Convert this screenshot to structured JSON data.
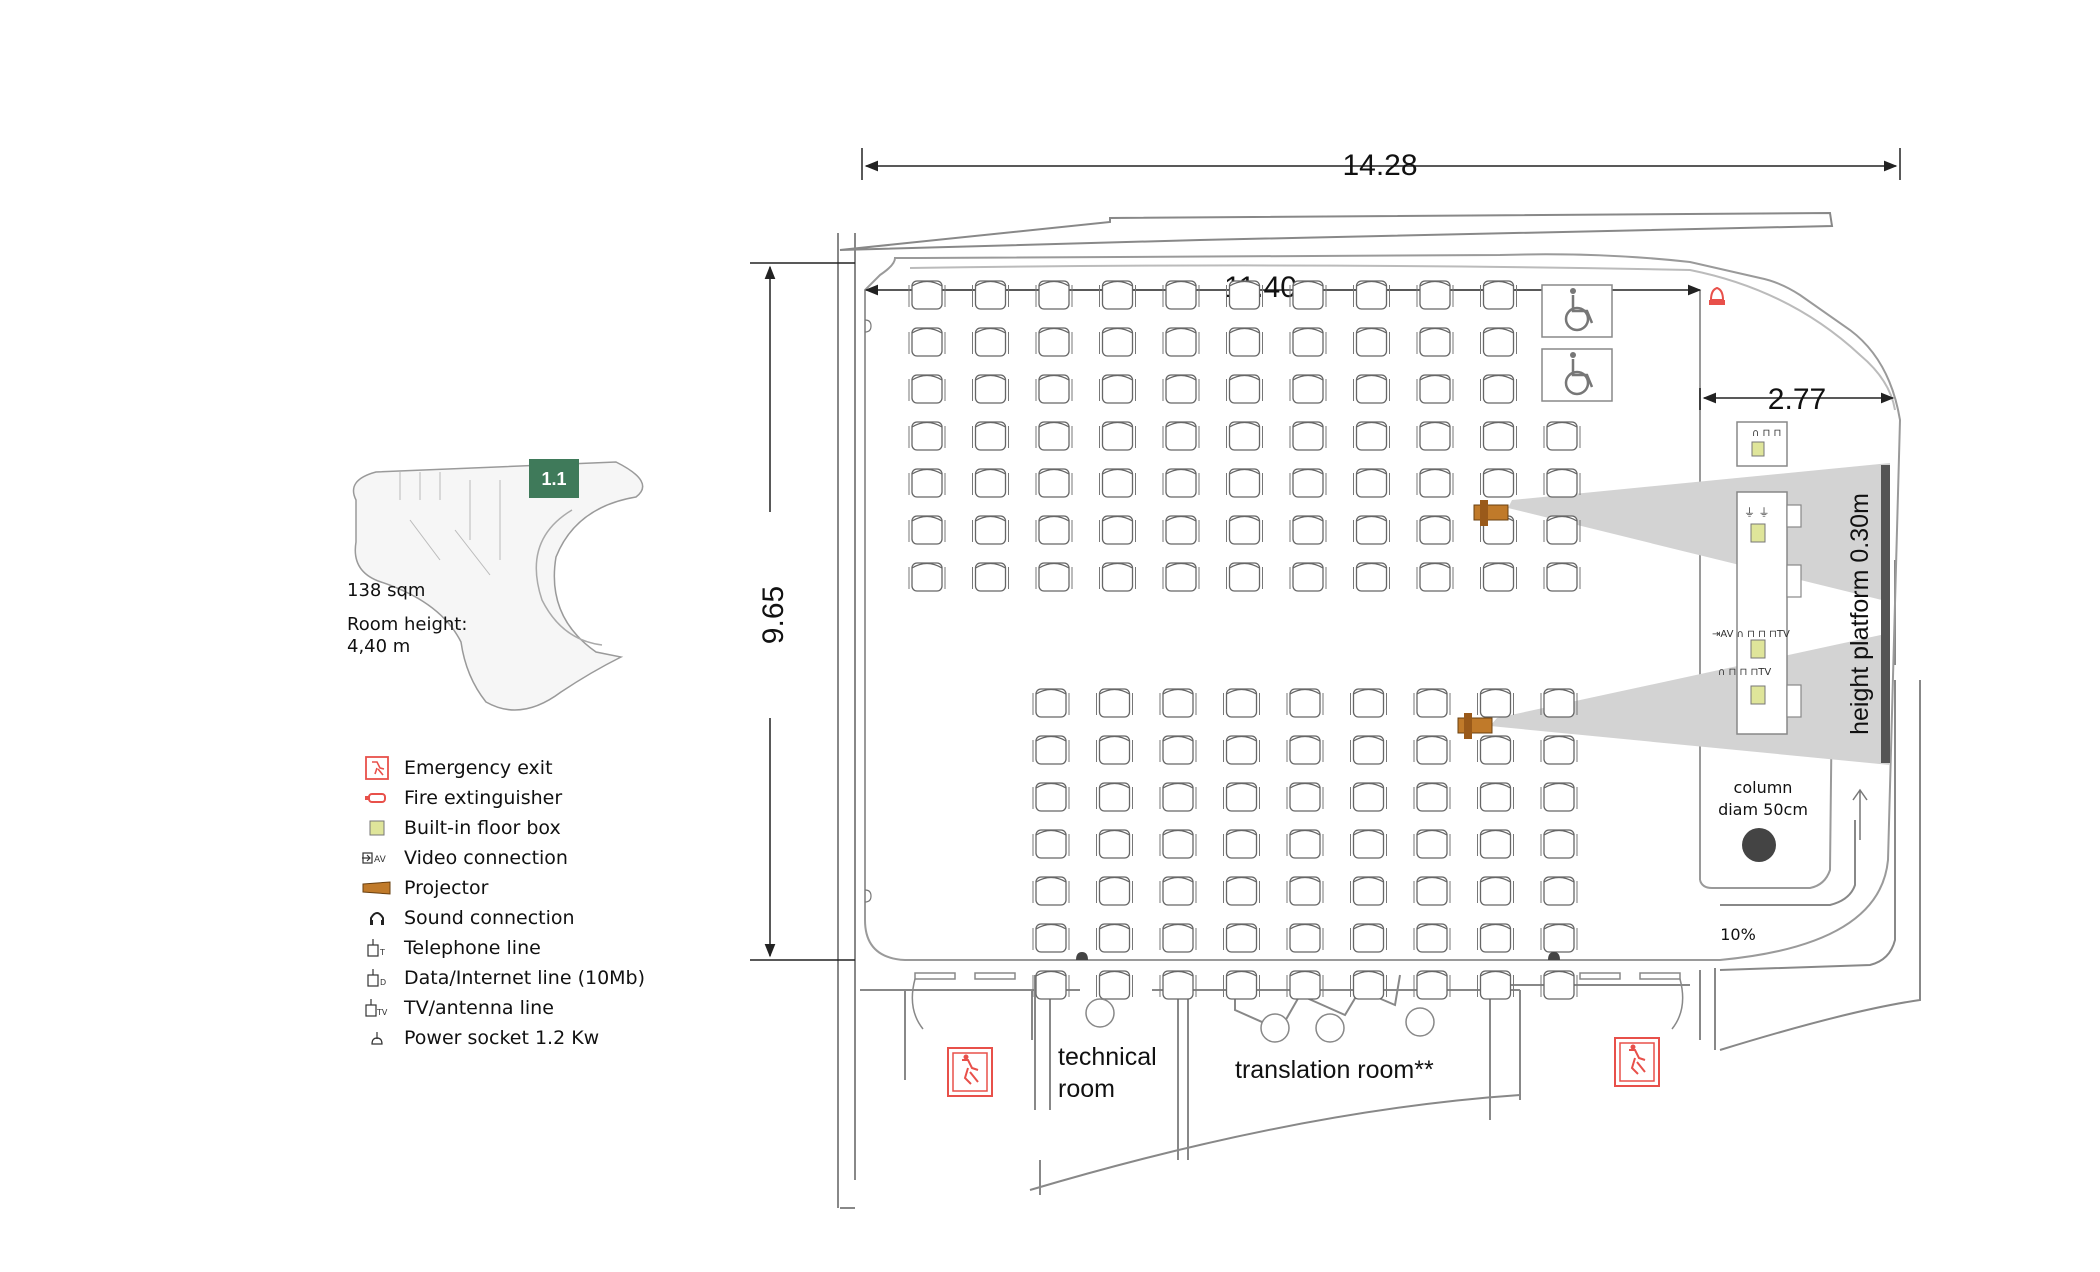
{
  "dimensions": {
    "total_width": "14.28",
    "inner_width": "11.40m",
    "platform_width": "2.77",
    "depth": "9.65"
  },
  "labels": {
    "platform": "height platform 0.30m",
    "column_line1": "column",
    "column_line2": "diam 50cm",
    "ramp": "10%",
    "technical_room_line1": "technical",
    "technical_room_line2": "room",
    "translation_room": "translation room**",
    "room_id": "1.1"
  },
  "room_info": {
    "area": "138 sqm",
    "height_label": "Room height:",
    "height_value": "4,40 m"
  },
  "legend": [
    {
      "icon": "emergency-exit-icon",
      "label": "Emergency exit"
    },
    {
      "icon": "fire-extinguisher-icon",
      "label": "Fire extinguisher"
    },
    {
      "icon": "floor-box-icon",
      "label": "Built-in floor box"
    },
    {
      "icon": "video-connection-icon",
      "label": "Video connection"
    },
    {
      "icon": "projector-icon",
      "label": "Projector"
    },
    {
      "icon": "sound-connection-icon",
      "label": "Sound connection"
    },
    {
      "icon": "telephone-line-icon",
      "label": "Telephone line"
    },
    {
      "icon": "data-line-icon",
      "label": "Data/Internet line (10Mb)"
    },
    {
      "icon": "tv-antenna-icon",
      "label": "TV/antenna line"
    },
    {
      "icon": "power-socket-icon",
      "label": "Power socket 1.2 Kw"
    }
  ],
  "colors": {
    "exit_red": "#e8504a",
    "floor_box": "#dfe59a",
    "projector": "#c07a2a",
    "projection_beam": "#d3d3d3",
    "platform_edge": "#555555",
    "room_highlight": "#3f7a5a"
  }
}
